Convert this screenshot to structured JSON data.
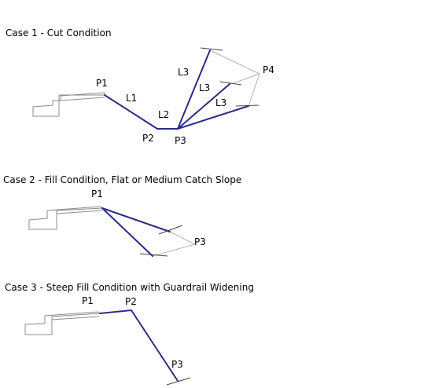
{
  "case1": {
    "title": "Case 1 - Cut Condition",
    "labels": {
      "p1": "P1",
      "l1": "L1",
      "l2": "L2",
      "p2": "P2",
      "p3": "P3",
      "l3a": "L3",
      "l3b": "L3",
      "l3c": "L3",
      "p4": "P4"
    }
  },
  "case2": {
    "title": "Case 2 - Fill Condition, Flat or Medium Catch Slope",
    "labels": {
      "p1": "P1",
      "p3": "P3"
    }
  },
  "case3": {
    "title": "Case 3 - Steep Fill Condition with Guardrail Widening",
    "labels": {
      "p1": "P1",
      "p2": "P2",
      "p3": "P3"
    }
  },
  "colors": {
    "slope_line": "#2b2b8c",
    "construction_line": "#b4b4b4",
    "roadway_outline": "#8c8c8c"
  }
}
